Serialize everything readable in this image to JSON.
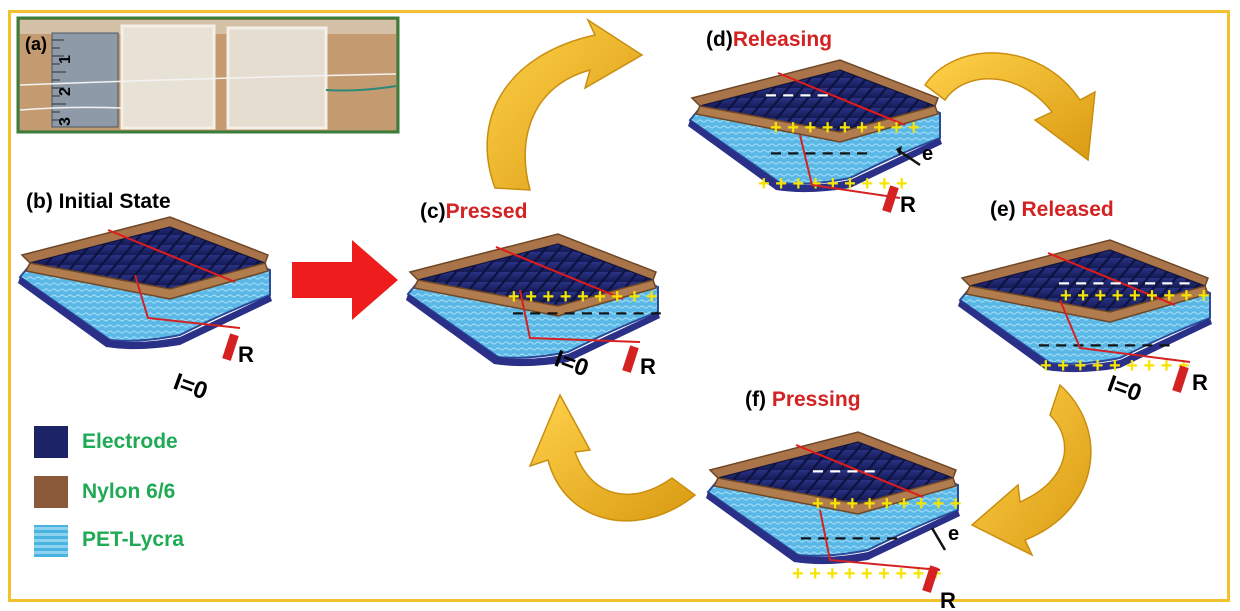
{
  "panels": {
    "a": {
      "tag": "(a)"
    },
    "b": {
      "tag": "(b)",
      "state": "Initial State",
      "current": "I=0",
      "resistor": "R"
    },
    "c": {
      "tag": "(c)",
      "state": "Pressed",
      "current": "I=0",
      "resistor": "R"
    },
    "d": {
      "tag": "(d)",
      "state": "Releasing",
      "electron": "e",
      "resistor": "R"
    },
    "e": {
      "tag": "(e)",
      "state": "Released",
      "current": "I=0",
      "resistor": "R"
    },
    "f": {
      "tag": "(f)",
      "state": "Pressing",
      "electron": "e",
      "resistor": "R"
    }
  },
  "legend": [
    {
      "label": "Electrode",
      "color": "#1d2466"
    },
    {
      "label": "Nylon 6/6",
      "color": "#8a5a3b"
    },
    {
      "label": "PET-Lycra",
      "color": "#4ab4e0"
    }
  ],
  "ruler_marks": [
    "1",
    "2",
    "3"
  ],
  "colors": {
    "frame": "#f2c12e",
    "arrow_cycle": "#f0b020",
    "arrow_main": "#ee1c1c",
    "state_text": "#d42121",
    "legend_text": "#1faa55",
    "positive": "#f5e400",
    "negative": "#111111"
  }
}
